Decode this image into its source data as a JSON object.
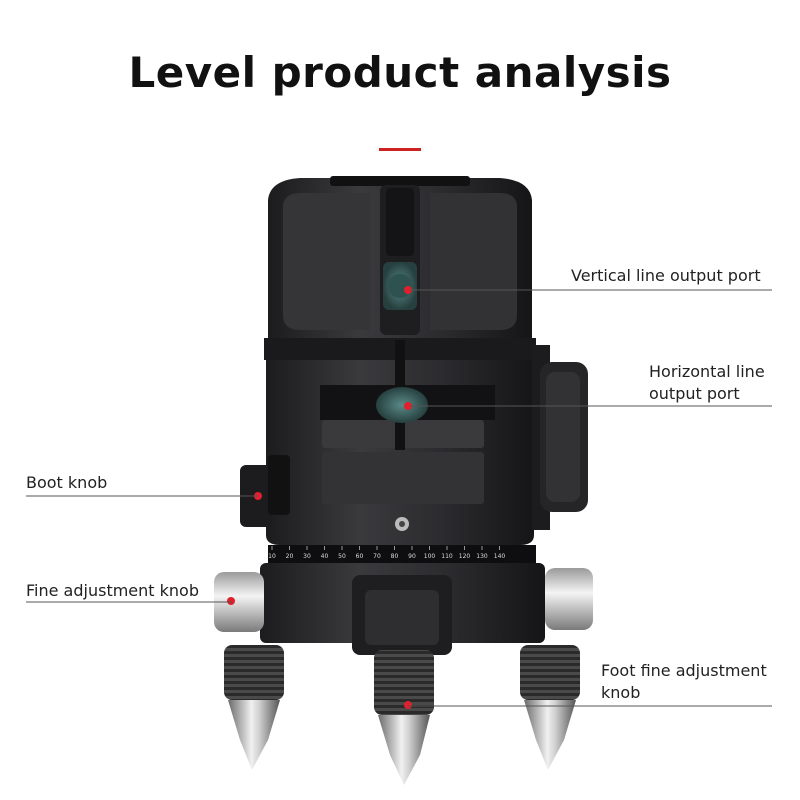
{
  "title": "Level product analysis",
  "colors": {
    "accent": "#cc2222",
    "laser_dot": "#e0202c",
    "body_dark": "#2b2b2d",
    "lens_teal": "#3d6b6a"
  },
  "labels": {
    "vertical_port": "Vertical line output port",
    "horizontal_port_line1": "Horizontal line",
    "horizontal_port_line2": "output port",
    "boot_knob": "Boot knob",
    "fine_adjustment_knob": "Fine adjustment knob",
    "foot_fine_line1": "Foot fine adjustment",
    "foot_fine_line2": "knob"
  },
  "scale_ticks": [
    "10",
    "20",
    "30",
    "40",
    "50",
    "60",
    "70",
    "80",
    "90",
    "100",
    "110",
    "120",
    "130",
    "140"
  ]
}
